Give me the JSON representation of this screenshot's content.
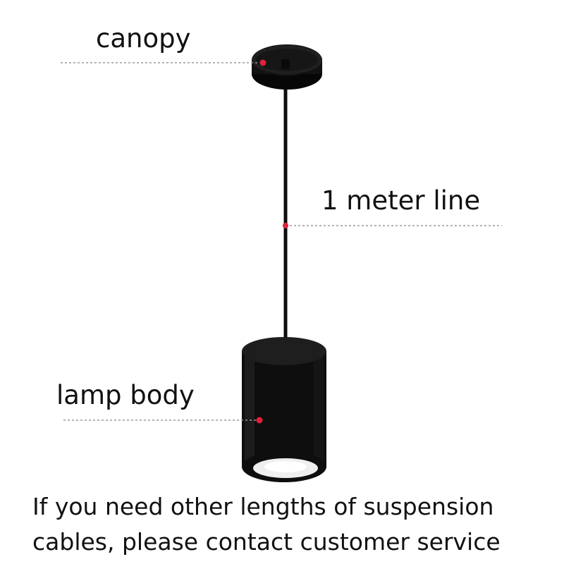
{
  "labels": {
    "canopy": "canopy",
    "line": "1 meter line",
    "body": "lamp body"
  },
  "note": {
    "line1": "If you need other lengths of suspension",
    "line2": "cables, please contact customer service"
  },
  "colors": {
    "lamp": "#0d0d0d",
    "marker": "#e0223a",
    "leader": "#9a9a9a",
    "light": "#efefef"
  }
}
